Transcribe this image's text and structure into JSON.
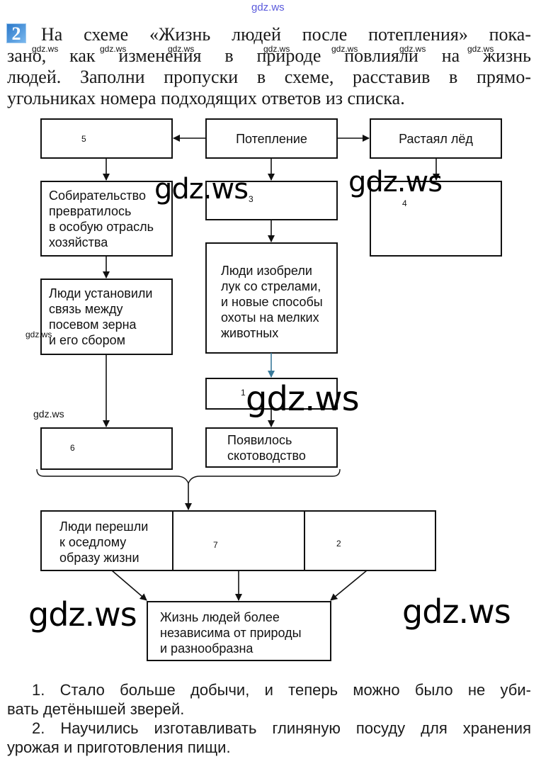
{
  "watermark": "gdz.ws",
  "task": {
    "number": "2",
    "intro_lines": [
      "На схеме «Жизнь людей после потепления» пока-",
      "зано, как изменения в природе повлияли на жизнь",
      "людей. Заполни пропуски в схеме, расставив в прямо-",
      "угольниках номера подходящих ответов из списка."
    ]
  },
  "diagram": {
    "blank_5": {
      "answer": "5"
    },
    "warming": {
      "label": "Потепление"
    },
    "ice_melted": {
      "label": "Растаял лёд"
    },
    "gathering": {
      "lines": [
        "Собирательство",
        "превратилось",
        "в особую отрасль",
        "хозяйства"
      ]
    },
    "blank_3": {
      "answer": "3"
    },
    "blank_4": {
      "answer": "4"
    },
    "sowing": {
      "lines": [
        "Люди установили",
        "связь между",
        "посевом зерна",
        "и его сбором"
      ]
    },
    "bow": {
      "lines": [
        "Люди изобрели",
        "лук со стрелами,",
        "и новые способы",
        "охоты на мелких",
        "животных"
      ]
    },
    "blank_1": {
      "answer": "1"
    },
    "blank_6": {
      "answer": "6"
    },
    "cattle": {
      "lines": [
        "Появилось",
        "скотоводство"
      ]
    },
    "settled": {
      "lines": [
        "Люди перешли",
        "к оседлому",
        "образу жизни"
      ]
    },
    "blank_7": {
      "answer": "7"
    },
    "blank_2": {
      "answer": "2"
    },
    "result": {
      "lines": [
        "Жизнь людей более",
        "независима от природы",
        "и разнообразна"
      ]
    }
  },
  "answers": [
    {
      "lines": [
        "1. Стало больше добычи, и теперь можно было не уби-",
        "вать детёнышей зверей."
      ]
    },
    {
      "lines": [
        "2. Научились изготавливать глиняную посуду для хранения",
        "урожая и приготовления пищи."
      ]
    }
  ]
}
